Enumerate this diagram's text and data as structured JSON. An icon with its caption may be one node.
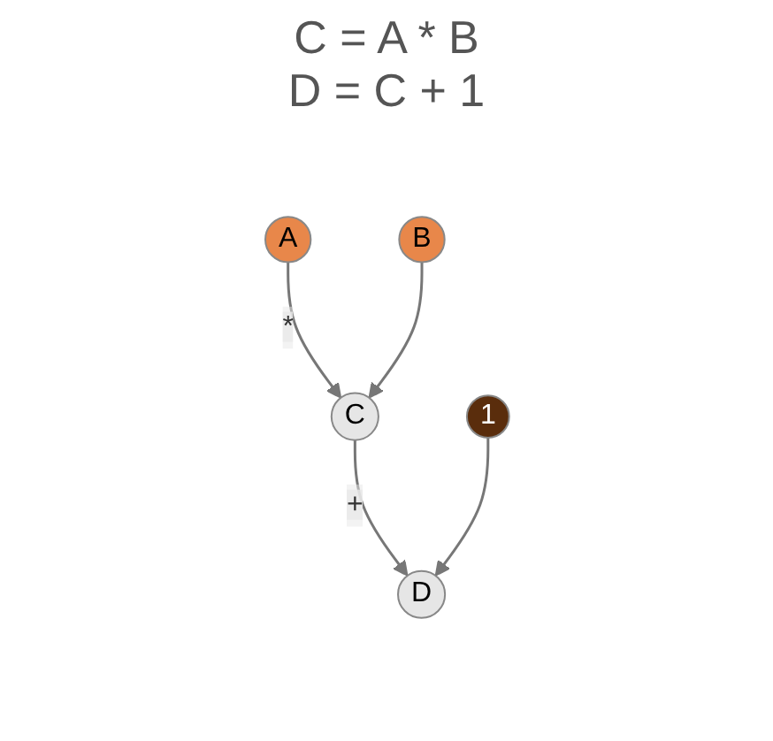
{
  "diagram": {
    "nodes": [
      {
        "text": [
          "A"
        ]
      },
      {
        "text": [
          "B"
        ]
      },
      {
        "text": [
          "C"
        ]
      },
      {
        "text": [
          "1"
        ]
      },
      {
        "text": [
          "D"
        ]
      }
    ],
    "edges": [
      {
        "from": 0,
        "to": 2,
        "arrow": "to",
        "label": "*"
      },
      {
        "from": 1,
        "to": 2,
        "arrow": "to"
      },
      {
        "from": 2,
        "to": 4,
        "arrow": "to",
        "label": "+"
      },
      {
        "from": 3,
        "to": 4,
        "arrow": "to"
      }
    ],
    "labels": [
      "C = A * B",
      "D = C + 1"
    ]
  }
}
